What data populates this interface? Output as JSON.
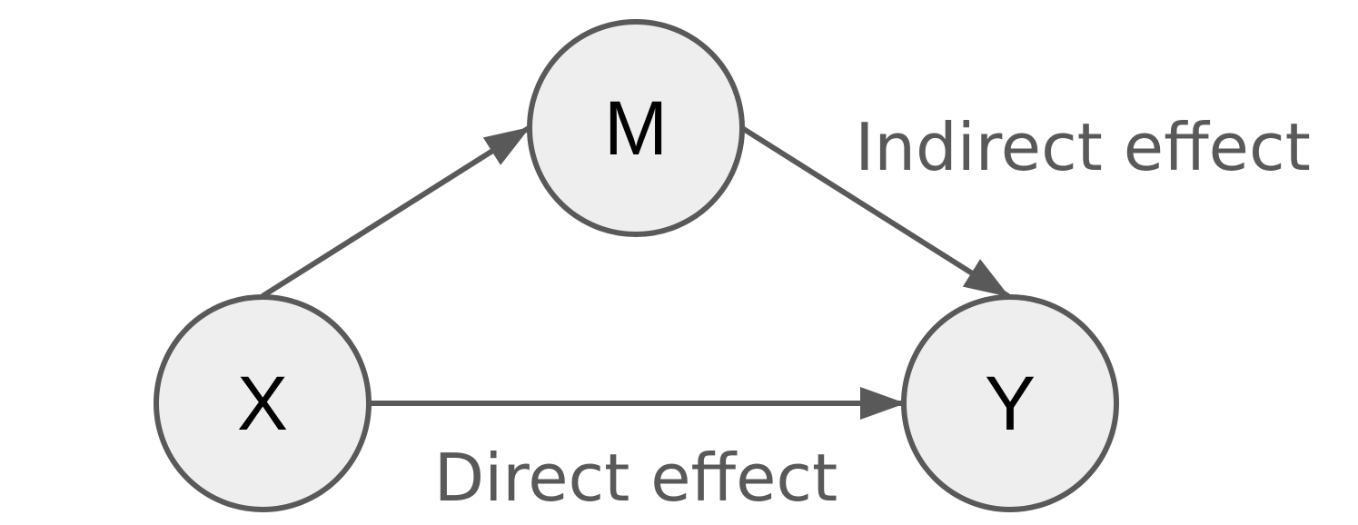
{
  "diagram": {
    "nodes": {
      "m": {
        "label": "M"
      },
      "x": {
        "label": "X"
      },
      "y": {
        "label": "Y"
      }
    },
    "edges": {
      "x_to_m": {
        "from": "X",
        "to": "M"
      },
      "m_to_y": {
        "from": "M",
        "to": "Y"
      },
      "x_to_y": {
        "from": "X",
        "to": "Y"
      }
    },
    "labels": {
      "indirect": "Indirect effect",
      "direct": "Direct effect"
    },
    "colors": {
      "node_fill": "#eeeeee",
      "stroke": "#595959",
      "node_text": "#000000",
      "edge_text": "#595959"
    }
  }
}
